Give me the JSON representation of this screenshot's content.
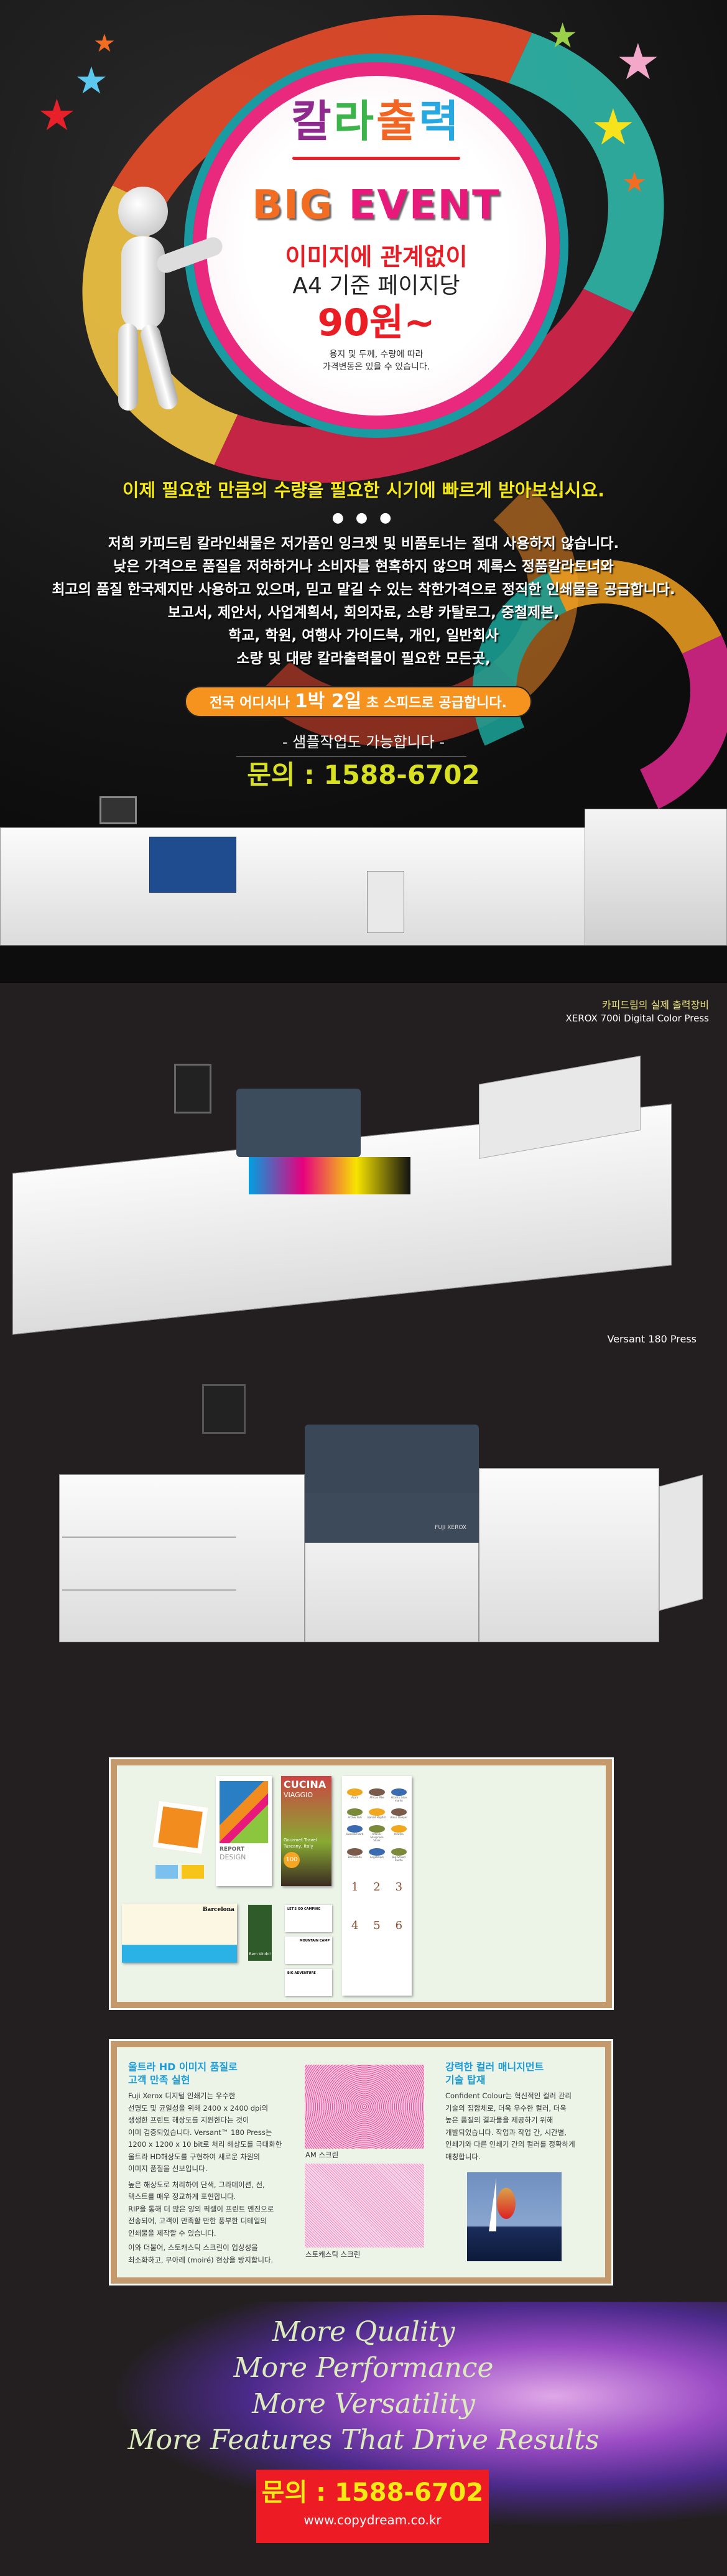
{
  "hero": {
    "logo_chars": [
      "칼",
      "라",
      "출",
      "력"
    ],
    "logo_colors": [
      "#8e2a8e",
      "#3bb44a",
      "#f26522",
      "#27a8e0"
    ],
    "big": "BIG",
    "event": "EVENT",
    "line1": "이미지에 관계없이",
    "line2": "A4 기준 페이지당",
    "price": "90원~",
    "note1": "용지 및 두께, 수량에 따라",
    "note2": "가격변동은 있을 수 있습니다."
  },
  "intro": {
    "headline": "이제 필요한 만큼의 수량을 필요한 시기에 빠르게 받아보십시요.",
    "dots": "● ● ●",
    "lines": [
      "저희 카피드림 칼라인쇄물은 저가품인 잉크젯 및 비품토너는 절대 사용하지 않습니다.",
      "낮은 가격으로 품질을 저하하거나 소비자를 현혹하지 않으며 제록스 정품칼라토너와",
      "최고의 품질 한국제지만 사용하고 있으며, 믿고 맡길 수 있는 착한가격으로 정직한 인쇄물을 공급합니다.",
      "보고서, 제안서, 사업계획서, 회의자료, 소량 카탈로그, 중철제본,",
      "학교, 학원, 여행사 가이드북, 개인, 일반회사",
      "소량 및 대량 칼라출력물이 필요한 모든곳,"
    ],
    "pill_pre": "전국 어디서나 ",
    "pill_a": "1박 ",
    "pill_b": "2일",
    "pill_post": " 초 스피드로 공급합니다.",
    "sample": "- 샘플작업도 가능합니다 -",
    "inquiry": "문의 : 1588-6702"
  },
  "equipment": {
    "label_ko": "카피드림의 실제 출력장비",
    "label_en": "XEROX 700i Digital Color Press",
    "versant": "Versant 180 Press",
    "brand": "FUJI XEROX"
  },
  "samples": {
    "report1": "REPORT",
    "report2": "DESIGN",
    "cucina": "CUCINA",
    "viaggio": "VIAGGIO",
    "gourmet": "Gourmet Travel",
    "tuscany": "Tuscany, Italy",
    "hundred": "100",
    "barcelona": "Barcelona",
    "bem_vindo": "Bem Vindo!",
    "cards": [
      "LET'S GO CAMPING",
      "MOUNTAIN CAMP",
      "BIG ADVENTURE"
    ],
    "fish": [
      "Acara",
      "African Pike",
      "Atlantic blue marlin",
      "Archer Fish",
      "Barred Hogfish",
      "Amur Sleeper",
      "Bearded Barb",
      "Atlantic Sharpnose Shark",
      "Piranha",
      "Barracouta",
      "Angelshark",
      "Big-Scaled Redfin"
    ],
    "months": [
      "1",
      "2",
      "3",
      "4",
      "5",
      "6"
    ]
  },
  "features": {
    "left_title": [
      "울트라 HD 이미지 품질로",
      "고객 만족 실현"
    ],
    "left_p1": [
      "Fuji Xerox 디지털 인쇄기는 우수한",
      "선명도 및 균일성을 위해 2400 x 2400 dpi의",
      "생생한 프린트 해상도를 지원한다는 것이",
      "이미 검증되었습니다. Versant™ 180 Press는",
      "1200 x 1200 x 10 bit로 처리 해상도를 극대화한",
      "울트라 HD해상도를 구현하여 새로운 차원의",
      "이미지 품질을 선보입니다."
    ],
    "left_p2": [
      "높은 해상도로 처리하여 단색, 그라데이션, 선,",
      "텍스트를 매우 정교하게 표현합니다.",
      "RIP을 통해 더 많은 양의 픽셀이 프린트 엔진으로",
      "전송되어, 고객이 만족할 만한 풍부한 디테일의",
      "인쇄물을 제작할 수 있습니다."
    ],
    "left_p3": [
      "이와 더불어, 스토캐스틱 스크린이 입상성을",
      "최소화하고, 무아레 (moiré) 현상을 방지합니다."
    ],
    "am": "AM 스크린",
    "stochastic": "스토캐스틱 스크린",
    "right_title": [
      "강력한 컬러 매니지먼트",
      "기술 탑재"
    ],
    "right_p": [
      "Confident Colour는 혁신적인 컬러 관리",
      "기술의 집합체로, 더욱 우수한 컬러, 더욱",
      "높은 품질의 결과물을 제공하기 위해",
      "개발되었습니다. 작업과 작업 간, 시간별,",
      "인쇄기와 다른 인쇄기 간의 컬러를 정확하게",
      "매칭합니다."
    ]
  },
  "footer": {
    "slogans": [
      "More Quality",
      "More Performance",
      "More Versatility",
      "More Features That Drive Results"
    ],
    "inquiry": "문의 : 1588-6702",
    "url": "www.copydream.co.kr"
  }
}
